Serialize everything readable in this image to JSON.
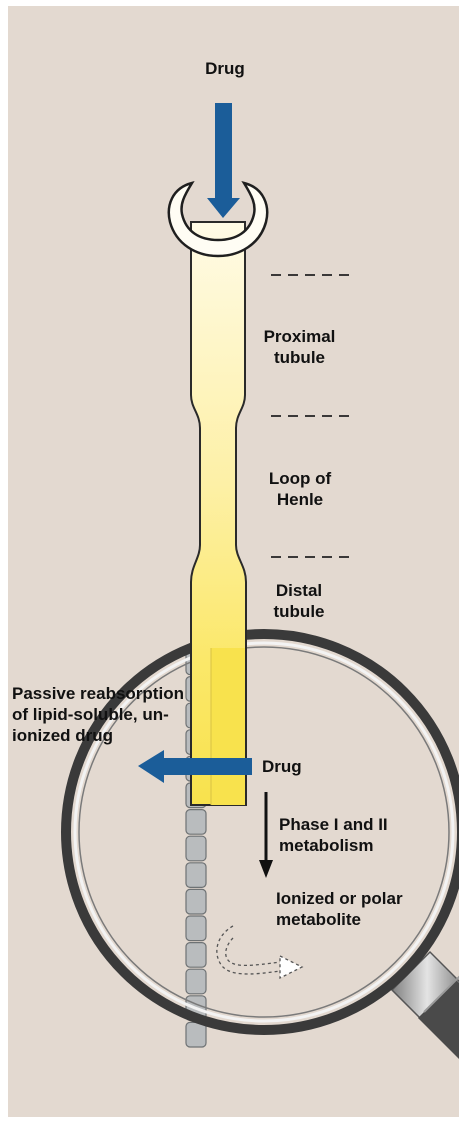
{
  "labels": {
    "drug_top": "Drug",
    "proximal_line1": "Proximal",
    "proximal_line2": "tubule",
    "loop_line1": "Loop of",
    "loop_line2": "Henle",
    "distal_line1": "Distal",
    "distal_line2": "tubule",
    "passive_line1": "Passive reabsorption",
    "passive_line2": "of lipid-soluble, un-",
    "passive_line3": "ionized drug",
    "drug_lens": "Drug",
    "phase_line1": "Phase I and II",
    "phase_line2": "metabolism",
    "ionized_line1": "Ionized or polar",
    "ionized_line2": "metabolite"
  },
  "colors": {
    "background": "#e3d9d0",
    "tubule_yellow": "#fbe96a",
    "tubule_pale": "#fffbe0",
    "arrow_blue": "#1b5d99",
    "lens_rim": "#3a3a3a",
    "capillary_gray": "#b9bcbe"
  }
}
